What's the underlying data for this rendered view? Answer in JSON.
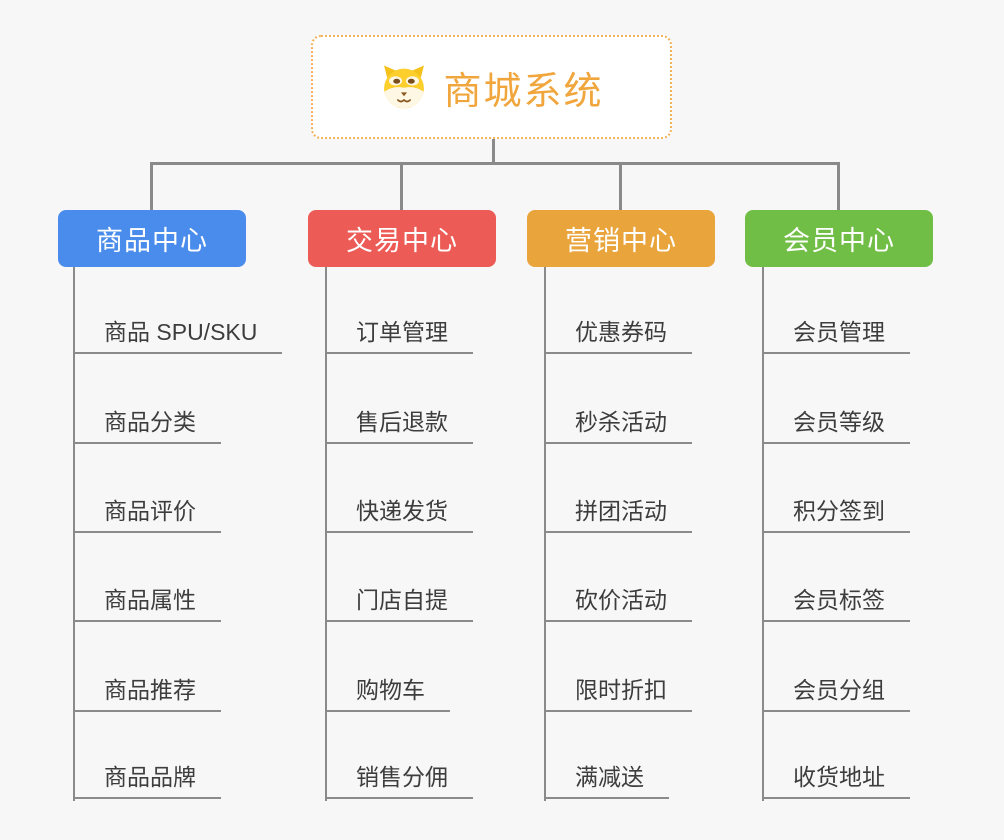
{
  "background": "#f7f7f7",
  "connector_color": "#8a8a8a",
  "root": {
    "title": "商城系统",
    "title_color": "#f0a63c",
    "border_color": "#f2b25c",
    "icon": "dog-face-icon"
  },
  "branches": [
    {
      "label": "商品中心",
      "color": "#4a8ceb",
      "items": [
        "商品 SPU/SKU",
        "商品分类",
        "商品评价",
        "商品属性",
        "商品推荐",
        "商品品牌"
      ]
    },
    {
      "label": "交易中心",
      "color": "#ec5b55",
      "items": [
        "订单管理",
        "售后退款",
        "快递发货",
        "门店自提",
        "购物车",
        "销售分佣"
      ]
    },
    {
      "label": "营销中心",
      "color": "#e9a43c",
      "items": [
        "优惠券码",
        "秒杀活动",
        "拼团活动",
        "砍价活动",
        "限时折扣",
        "满减送"
      ]
    },
    {
      "label": "会员中心",
      "color": "#70be46",
      "items": [
        "会员管理",
        "会员等级",
        "积分签到",
        "会员标签",
        "会员分组",
        "收货地址"
      ]
    }
  ]
}
